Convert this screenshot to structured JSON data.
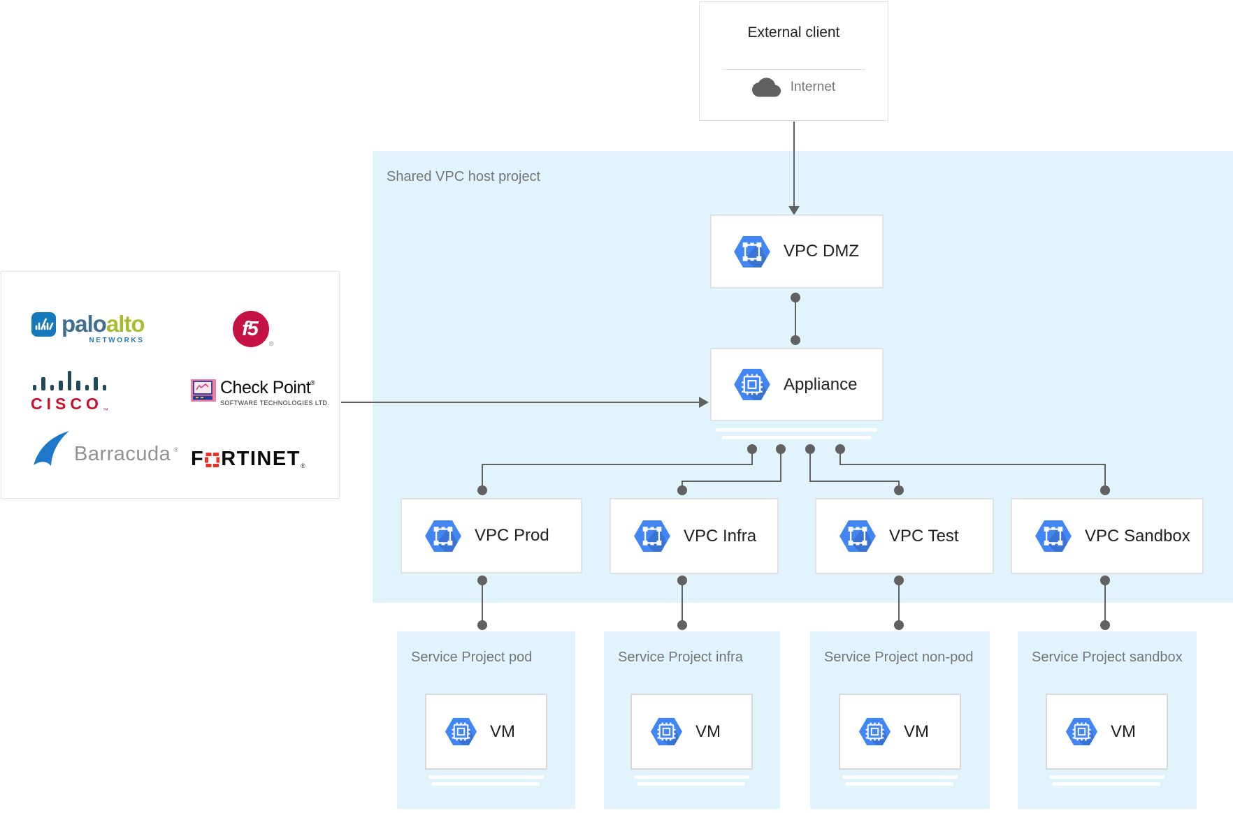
{
  "external_client": {
    "title": "External client",
    "network_label": "Internet"
  },
  "host_project_label": "Shared VPC host project",
  "nodes": {
    "dmz_label": "VPC DMZ",
    "appliance_label": "Appliance"
  },
  "vpc_networks": [
    {
      "label": "VPC Prod"
    },
    {
      "label": "VPC Infra"
    },
    {
      "label": "VPC Test"
    },
    {
      "label": "VPC Sandbox"
    }
  ],
  "service_projects": [
    {
      "label": "Service Project pod",
      "vm_label": "VM"
    },
    {
      "label": "Service Project infra",
      "vm_label": "VM"
    },
    {
      "label": "Service Project non-pod",
      "vm_label": "VM"
    },
    {
      "label": "Service Project sandbox",
      "vm_label": "VM"
    }
  ],
  "vendor_panel": {
    "paloalto": {
      "word_a": "palo",
      "word_b": "alto",
      "subtitle": "NETWORKS"
    },
    "f5": {
      "mark": "f5",
      "registered": "®"
    },
    "cisco": {
      "mark": "CISCO",
      "trademark": "™"
    },
    "checkpoint": {
      "mark": "Check Point",
      "registered": "®",
      "subtitle": "SOFTWARE TECHNOLOGIES LTD."
    },
    "barracuda": {
      "mark": "Barracuda",
      "registered": "®"
    },
    "fortinet": {
      "mark_start": "F",
      "mark_end": "RTINET",
      "registered": "®"
    }
  },
  "colors": {
    "host_region_bg": "#E1F4FD",
    "hexagon_blue": "#4285F4",
    "hexagon_shadow": "#3367D6",
    "connector_gray": "#616161",
    "box_border": "#E0E0E0",
    "label_dark": "#202124",
    "label_gray": "#757575",
    "cisco_red": "#C4122E",
    "f5_red": "#C51244",
    "fortinet_red": "#EE3124",
    "paloalto_green": "#A8BC31",
    "paloalto_blue": "#3F6E8E",
    "barracuda_blue": "#1E77C8",
    "checkpoint_pink": "#F27CA2"
  }
}
